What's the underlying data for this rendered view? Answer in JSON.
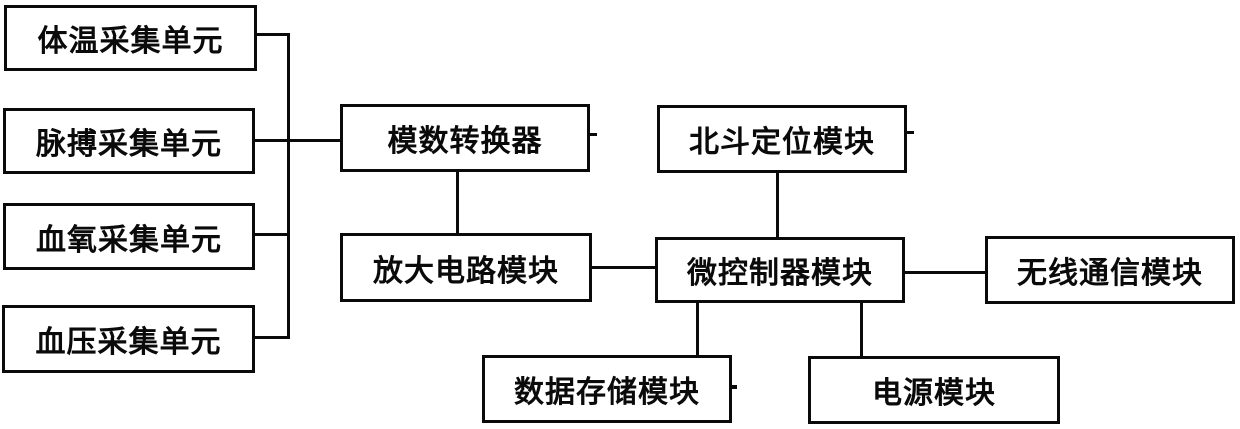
{
  "diagram": {
    "title": "health-monitor-system-block-diagram",
    "colors": {
      "line": "#0a0a0a",
      "background": "#ffffff",
      "text": "#0a0a0a"
    },
    "nodes": {
      "temp": {
        "label": "体温采集单元"
      },
      "pulse": {
        "label": "脉搏采集单元"
      },
      "spo2": {
        "label": "血氧采集单元"
      },
      "bp": {
        "label": "血压采集单元"
      },
      "adc": {
        "label": "模数转换器"
      },
      "amp": {
        "label": "放大电路模块"
      },
      "beidou": {
        "label": "北斗定位模块"
      },
      "mcu": {
        "label": "微控制器模块"
      },
      "wireless": {
        "label": "无线通信模块"
      },
      "storage": {
        "label": "数据存储模块"
      },
      "power": {
        "label": "电源模块"
      }
    },
    "edges": [
      {
        "from": "temp",
        "to": "adc"
      },
      {
        "from": "pulse",
        "to": "adc"
      },
      {
        "from": "spo2",
        "to": "adc"
      },
      {
        "from": "bp",
        "to": "adc"
      },
      {
        "from": "adc",
        "to": "amp"
      },
      {
        "from": "amp",
        "to": "mcu"
      },
      {
        "from": "beidou",
        "to": "mcu"
      },
      {
        "from": "mcu",
        "to": "wireless"
      },
      {
        "from": "mcu",
        "to": "storage"
      },
      {
        "from": "mcu",
        "to": "power"
      }
    ]
  }
}
